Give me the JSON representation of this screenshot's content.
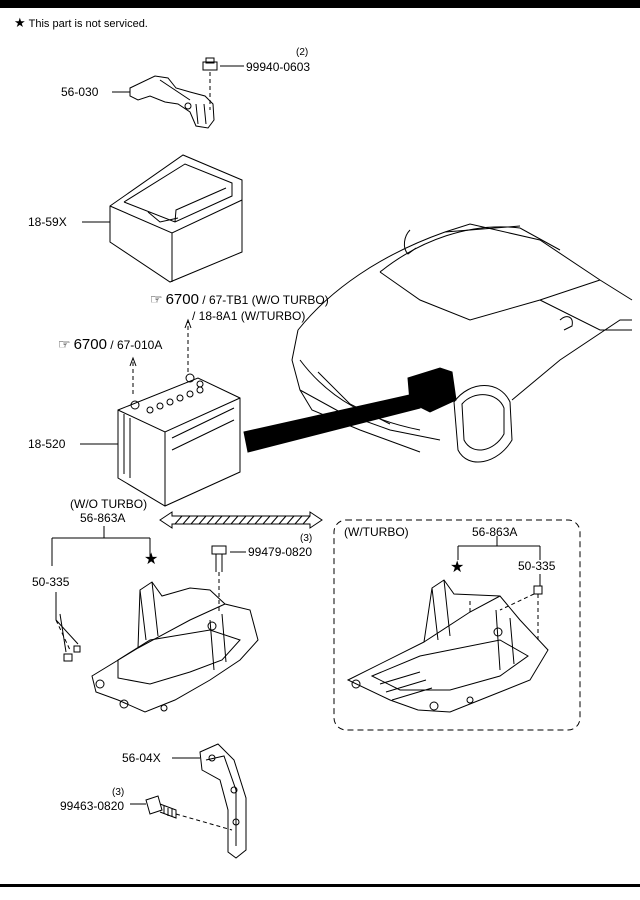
{
  "note": {
    "symbol": "★",
    "text": "This part is not serviced."
  },
  "parts": {
    "bracket": "56-030",
    "nut": "99940-0603",
    "nut_qty": "(2)",
    "cover": "18-59X",
    "battery": "18-520",
    "tray_wo_header": "(W/O TURBO)",
    "tray_wo": "56-863A",
    "clip_wo": "50-335",
    "bolt_tray": "99479-0820",
    "bolt_tray_qty": "(3)",
    "support": "56-04X",
    "bolt_support": "99463-0820",
    "bolt_support_qty": "(3)",
    "tray_w_header": "(W/TURBO)",
    "tray_w": "56-863A",
    "clip_w": "50-335"
  },
  "refs": {
    "hand": "☞",
    "ref1_code": "6700",
    "ref1_a": "/ 67-TB1",
    "ref1_a_note": "(W/O TURBO)",
    "ref1_b": "/ 18-8A1",
    "ref1_b_note": "(W/TURBO)",
    "ref2_code": "6700",
    "ref2_a": "/ 67-010A"
  },
  "marks": {
    "star": "★"
  }
}
